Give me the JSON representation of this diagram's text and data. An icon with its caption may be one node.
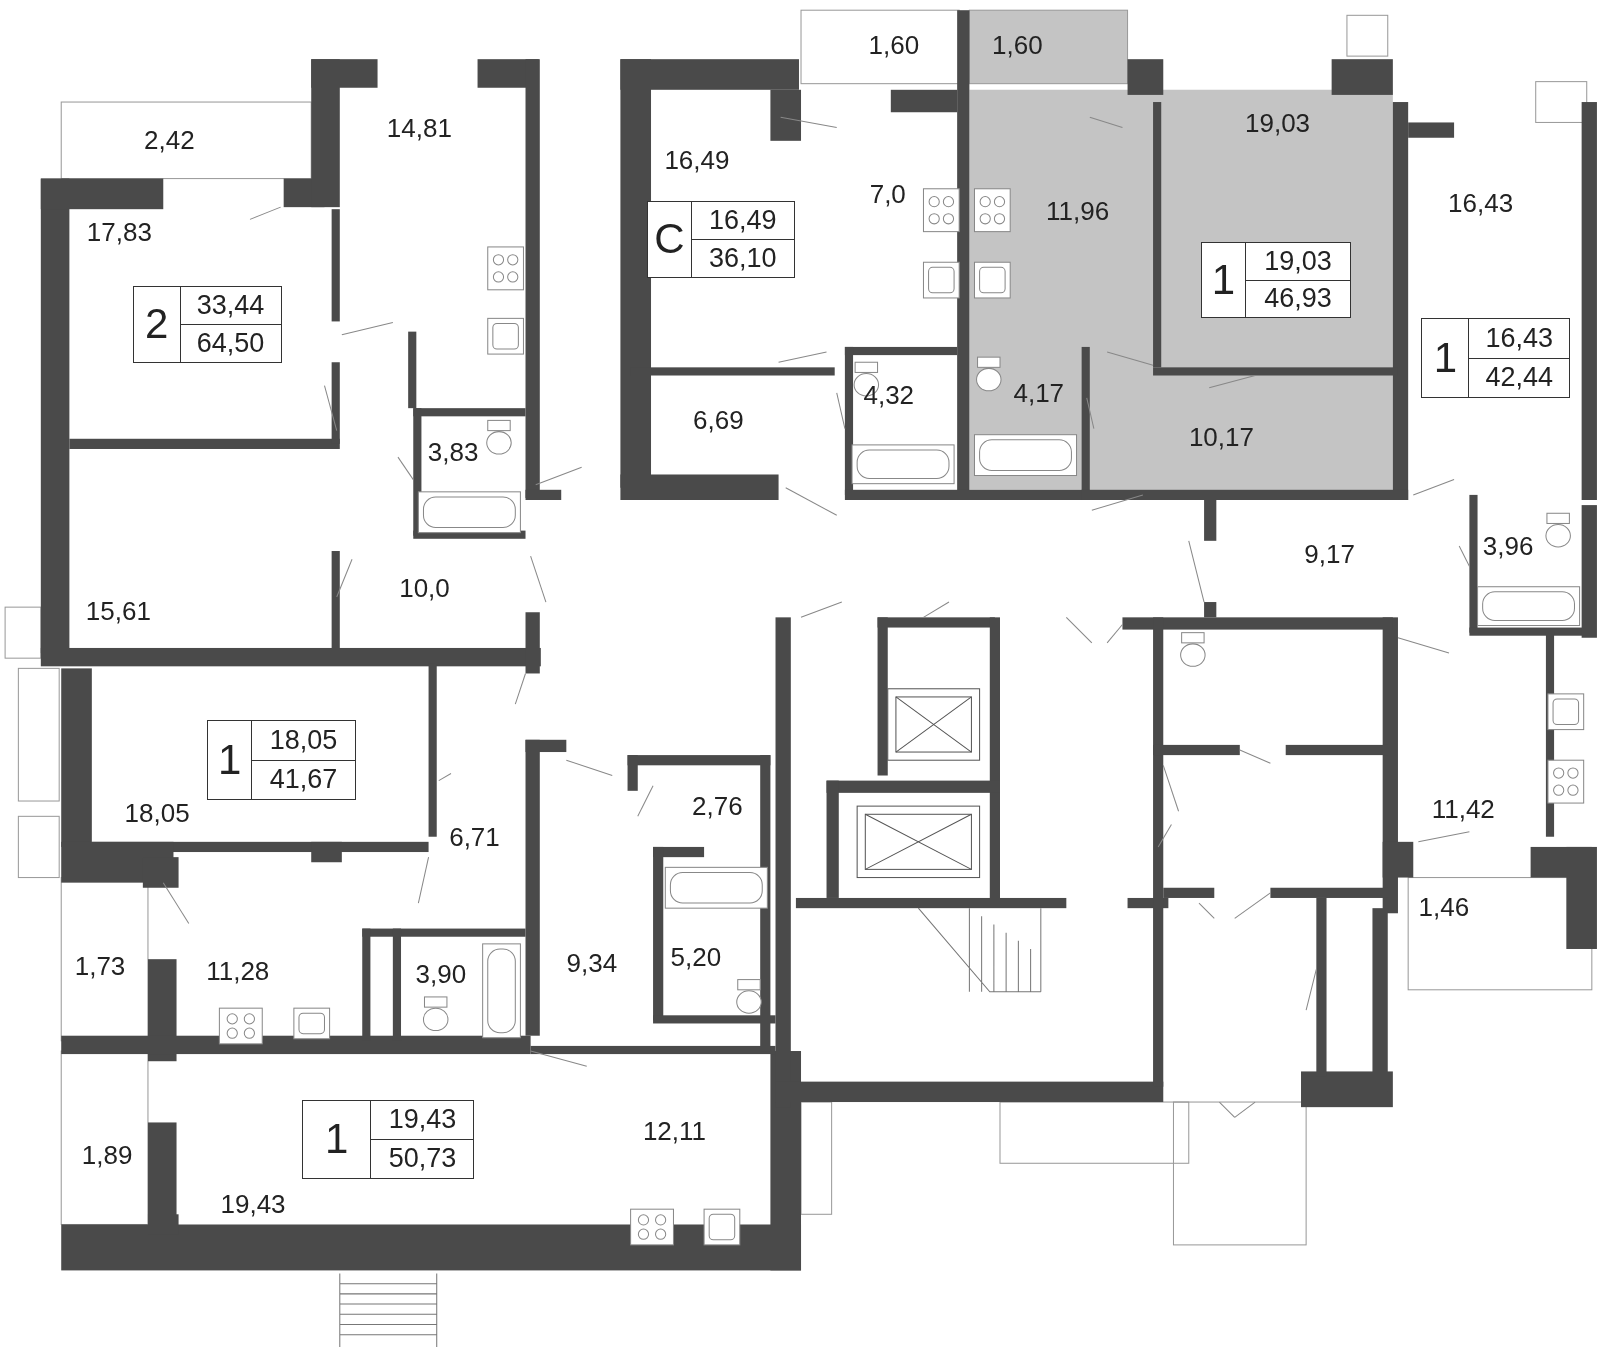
{
  "diagram": {
    "nodes": [
      {
        "text": [
          "2",
          "33,44",
          "64,50"
        ]
      },
      {
        "text": [
          "С",
          "16,49",
          "36,10"
        ]
      },
      {
        "text": [
          "1",
          "19,03",
          "46,93"
        ]
      },
      {
        "text": [
          "1",
          "16,43",
          "42,44"
        ]
      },
      {
        "text": [
          "1",
          "18,05",
          "41,67"
        ]
      },
      {
        "text": [
          "1",
          "19,43",
          "50,73"
        ]
      }
    ],
    "labels": [
      "1,60",
      "1,60",
      "2,42",
      "14,81",
      "19,03",
      "16,49",
      "16,43",
      "7,0",
      "11,96",
      "17,83",
      "6,69",
      "4,32",
      "4,17",
      "10,17",
      "3,83",
      "9,17",
      "3,96",
      "10,0",
      "15,61",
      "18,05",
      "2,76",
      "11,42",
      "6,71",
      "1,46",
      "1,73",
      "11,28",
      "3,90",
      "9,34",
      "5,20",
      "12,11",
      "1,89",
      "19,43"
    ]
  }
}
